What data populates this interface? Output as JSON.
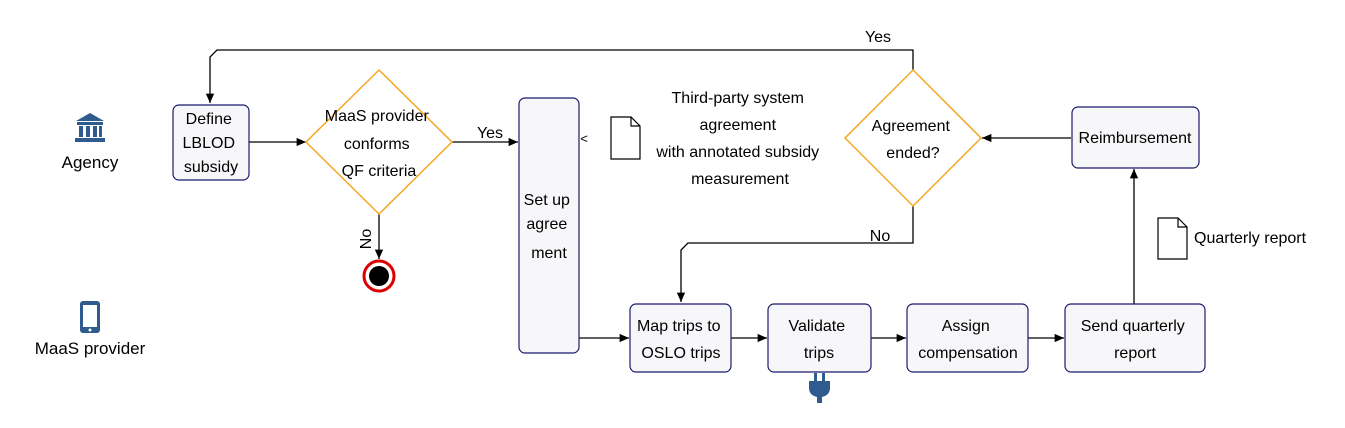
{
  "lanes": {
    "agency": {
      "label": "Agency"
    },
    "maas": {
      "label": "MaaS provider"
    }
  },
  "tasks": {
    "define_subsidy": {
      "lines": [
        "Define",
        "LBLOD",
        "subsidy"
      ]
    },
    "setup_agreement": {
      "lines": [
        "Set up",
        "agree",
        "ment"
      ]
    },
    "map_trips": {
      "lines": [
        "Map trips to",
        "OSLO trips"
      ]
    },
    "validate_trips": {
      "lines": [
        "Validate",
        "trips"
      ]
    },
    "assign_compensation": {
      "lines": [
        "Assign",
        "compensation"
      ]
    },
    "send_report": {
      "lines": [
        "Send quarterly",
        "report"
      ]
    },
    "reimbursement": {
      "lines": [
        "Reimbursement"
      ]
    }
  },
  "gateways": {
    "conforms": {
      "lines": [
        "MaaS provider",
        "conforms",
        "QF criteria"
      ]
    },
    "ended": {
      "lines": [
        "Agreement",
        "ended?"
      ]
    }
  },
  "flow_labels": {
    "yes_conforms": "Yes",
    "no_conforms": "No",
    "yes_ended": "Yes",
    "no_ended": "No"
  },
  "documents": {
    "agreement_doc": {
      "lines": [
        "Third-party system",
        "agreement",
        "with annotated subsidy",
        "measurement"
      ]
    },
    "quarterly_doc": {
      "lines": [
        "Quarterly report"
      ]
    }
  },
  "marker": "<",
  "icons": {
    "agency": "bank-icon",
    "maas": "smartphone-icon",
    "plug": "plug-icon"
  },
  "colors": {
    "task_border": "#1a1a6e",
    "task_fill": "#f7f7fa",
    "gateway_border": "#f5a623",
    "end_event": "#dd0000",
    "icon_blue": "#2f5b8f"
  }
}
